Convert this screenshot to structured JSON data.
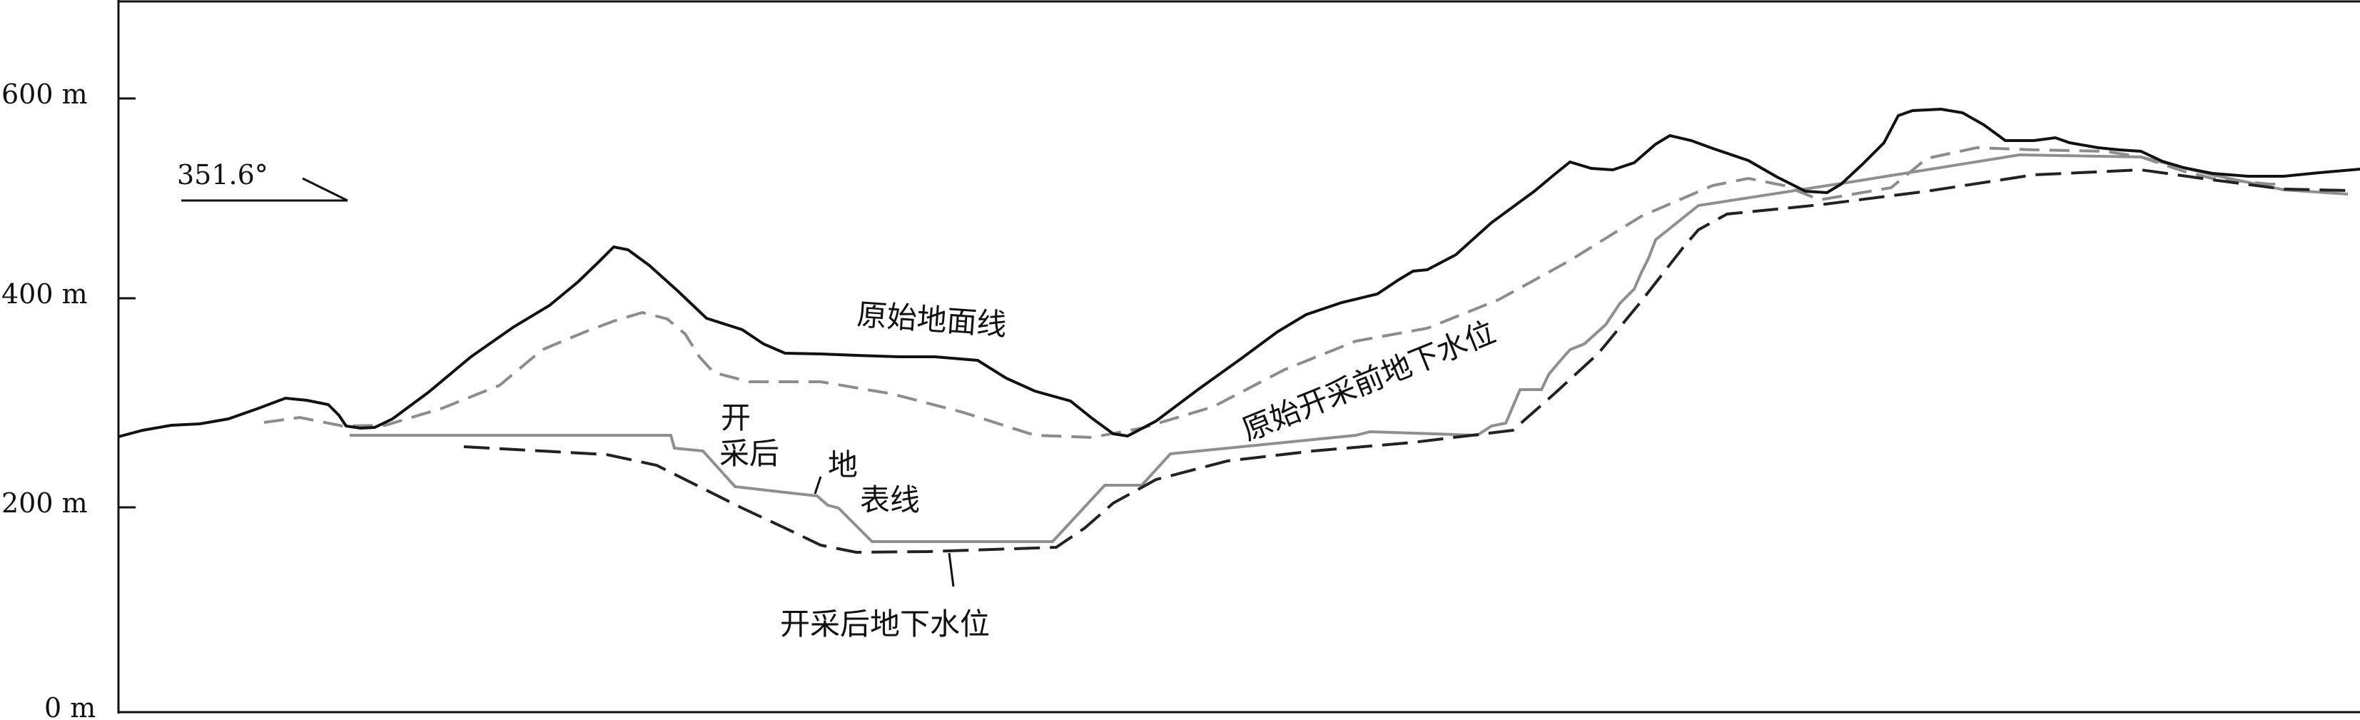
{
  "y_axis": {
    "ticks": [
      {
        "value": 600,
        "label": "600  m"
      },
      {
        "value": 400,
        "label": "400  m"
      },
      {
        "value": 200,
        "label": "200  m"
      },
      {
        "value": 0,
        "label": "0  m"
      }
    ]
  },
  "orientation": {
    "label": "351.6°"
  },
  "labels": {
    "original_ground": "原始地面线",
    "original_water_table": "原始开采前地下水位",
    "post_mining_water_table": "开采后地下水位",
    "post_mining_surface_1": "开",
    "post_mining_surface_2": "采后",
    "post_mining_surface_3": "地",
    "post_mining_surface_4": "表线"
  },
  "colors": {
    "ground": "#111111",
    "water_before": "#8c8c8c",
    "surface_after": "#8f8f8f",
    "water_after": "#222222"
  }
}
